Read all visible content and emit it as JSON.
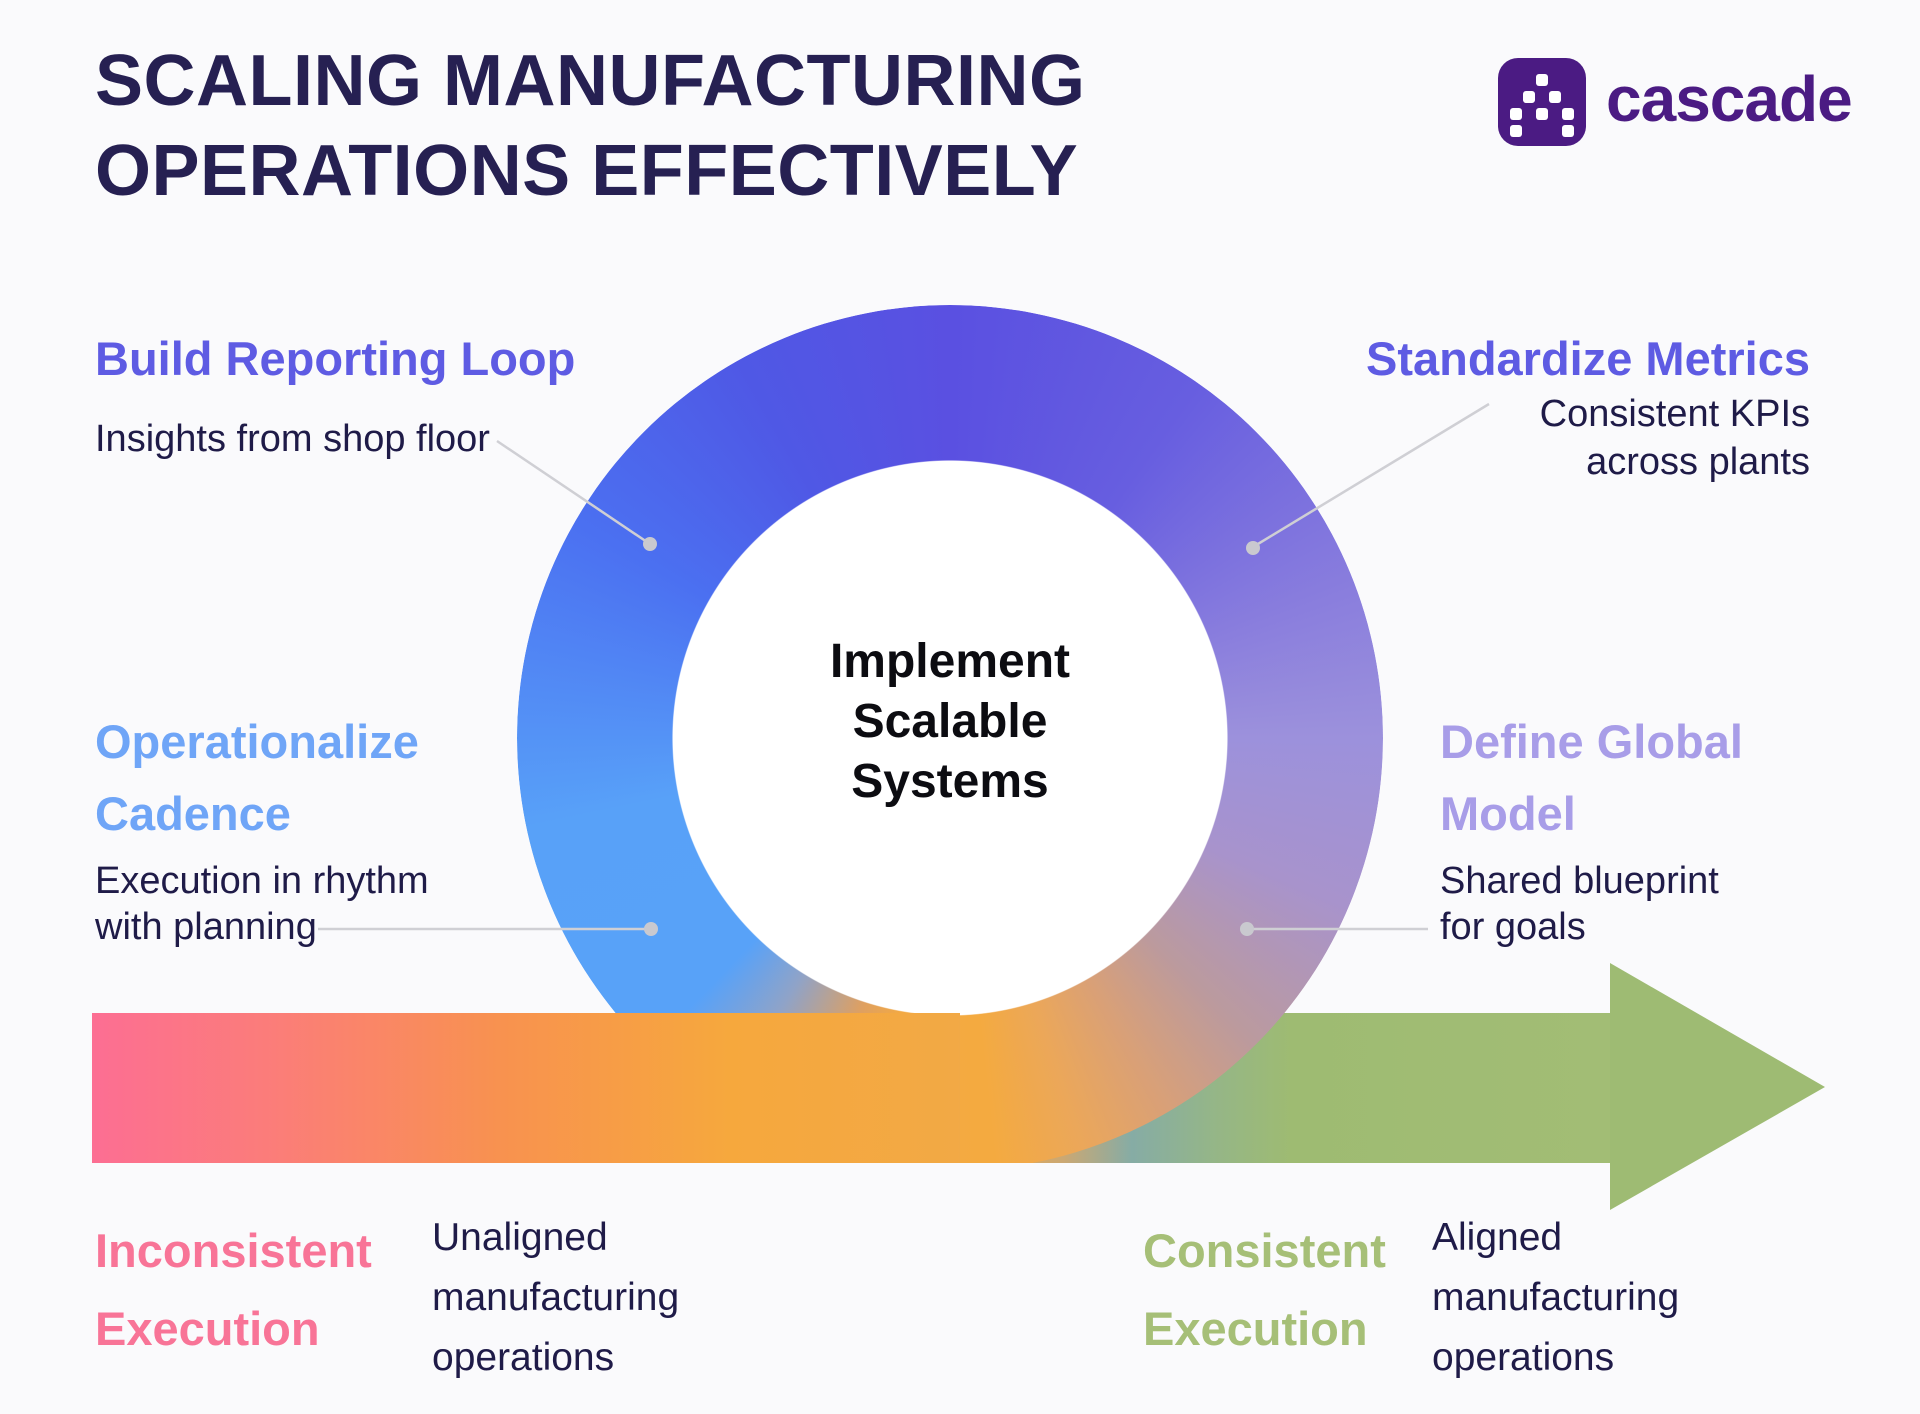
{
  "header": {
    "title_line1": "SCALING MANUFACTURING",
    "title_line2": "OPERATIONS EFFECTIVELY",
    "brand": {
      "name": "cascade",
      "color": "#4B1B83"
    }
  },
  "loop": {
    "center": {
      "line1": "Implement",
      "line2": "Scalable",
      "line3": "Systems"
    },
    "steps": [
      {
        "id": "build-reporting-loop",
        "title": "Build Reporting Loop",
        "subtitle": "Insights from shop floor",
        "color": "#5E5BE3"
      },
      {
        "id": "standardize-metrics",
        "title": "Standardize Metrics",
        "subtitle_line1": "Consistent KPIs",
        "subtitle_line2": "across plants",
        "color": "#5E5BE3"
      },
      {
        "id": "operationalize-cadence",
        "title_line1": "Operationalize",
        "title_line2": "Cadence",
        "subtitle_line1": "Execution in rhythm",
        "subtitle_line2": "with planning",
        "color": "#6FA5F7"
      },
      {
        "id": "define-global-model",
        "title_line1": "Define Global",
        "title_line2": "Model",
        "subtitle_line1": "Shared blueprint",
        "subtitle_line2": "for goals",
        "color": "#A89DE8"
      }
    ],
    "ring_colors": [
      "#5A50E1",
      "#9C91DC",
      "#BB9A9E",
      "#F4AA40",
      "#58A1F8",
      "#4B70F1"
    ]
  },
  "axis": {
    "arrow_gradient": [
      "#FC6E93",
      "#F6A83D",
      "#86ACA5",
      "#9EBB72"
    ],
    "left": {
      "title_line1": "Inconsistent",
      "title_line2": "Execution",
      "subtitle_line1": "Unaligned",
      "subtitle_line2": "manufacturing",
      "subtitle_line3": "operations",
      "color": "#F87497"
    },
    "right": {
      "title_line1": "Consistent",
      "title_line2": "Execution",
      "subtitle_line1": "Aligned",
      "subtitle_line2": "manufacturing",
      "subtitle_line3": "operations",
      "color": "#A6BF77"
    }
  }
}
